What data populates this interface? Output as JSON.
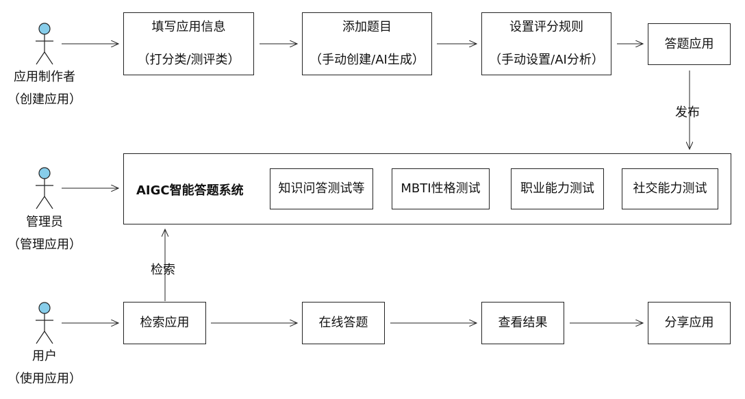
{
  "colors": {
    "actor_head": "#87cdea",
    "stroke": "#222222"
  },
  "actors": {
    "creator": {
      "name": "应用制作者",
      "role": "（创建应用）"
    },
    "admin": {
      "name": "管理员",
      "role": "（管理应用）"
    },
    "user": {
      "name": "用户",
      "role": "（使用应用）"
    }
  },
  "creator_flow": {
    "fill_info": {
      "title": "填写应用信息",
      "detail": "（打分类/测评类）"
    },
    "add_questions": {
      "title": "添加题目",
      "detail": "（手动创建/AI生成）"
    },
    "scoring_rules": {
      "title": "设置评分规则",
      "detail": "（手动设置/AI分析）"
    },
    "answer_app": "答题应用"
  },
  "publish_label": "发布",
  "system": {
    "title": "AIGC智能答题系统",
    "modules": [
      "知识问答测试等",
      "MBTI性格测试",
      "职业能力测试",
      "社交能力测试"
    ]
  },
  "search_label": "检索",
  "user_flow": [
    "检索应用",
    "在线答题",
    "查看结果",
    "分享应用"
  ]
}
